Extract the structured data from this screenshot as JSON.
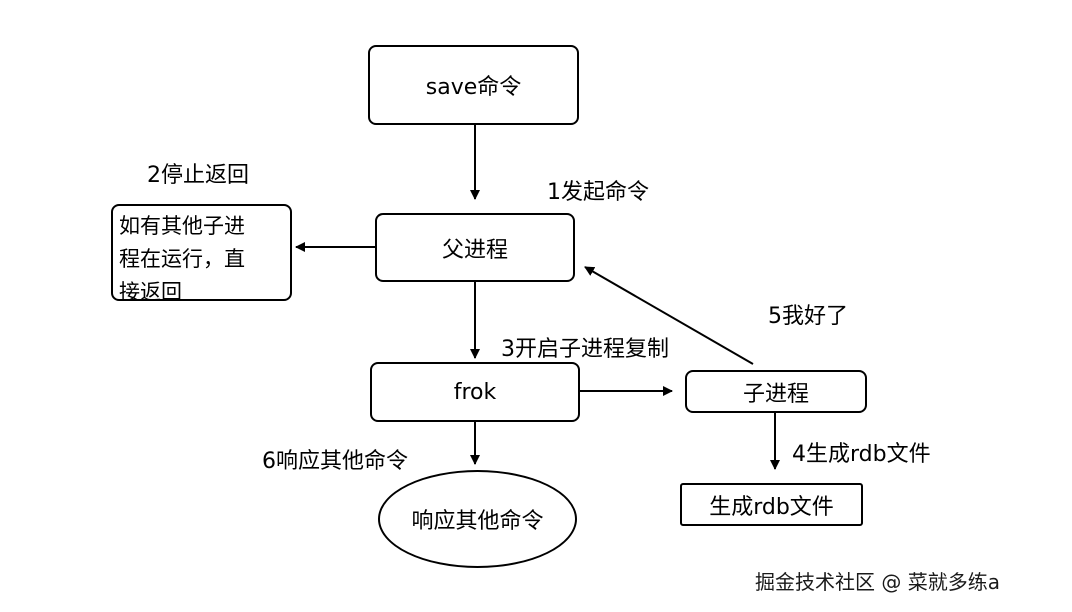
{
  "nodes": {
    "save": "save命令",
    "parent": "父进程",
    "note": "如有其他子进\n程在运行，直\n接返回",
    "fork": "frok",
    "child": "子进程",
    "respond": "响应其他命令",
    "rdb": "生成rdb文件"
  },
  "edge_labels": {
    "step1": "1发起命令",
    "step2": "2停止返回",
    "step3": "3开启子进程复制",
    "step4": "4生成rdb文件",
    "step5": "5我好了",
    "step6": "6响应其他命令"
  },
  "watermark": "掘金技术社区 @ 菜就多练a"
}
